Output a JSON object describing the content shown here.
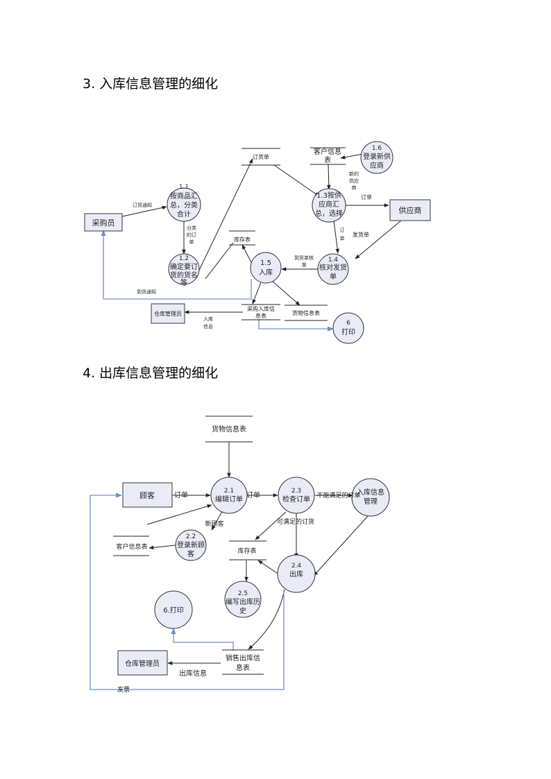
{
  "headings": {
    "section3": "3. 入库信息管理的细化",
    "section4": "4. 出库信息管理的细化"
  },
  "d1": {
    "entities": {
      "buyer": "采购员",
      "supplier": "供应商",
      "warehouse_admin": "仓库管理员"
    },
    "processes": {
      "p11": [
        "1.1",
        "按商品汇",
        "总，分类",
        "合计"
      ],
      "p12": [
        "1.2",
        "确定要订",
        "货的货名",
        "等"
      ],
      "p13": [
        "1.3按供",
        "应商汇",
        "总，选择"
      ],
      "p14": [
        "1.4",
        "核对发货",
        "单"
      ],
      "p15": [
        "1.5",
        "入库"
      ],
      "p16": [
        "1.6",
        "登录新供",
        "应商"
      ],
      "p6": [
        "6",
        "打印"
      ]
    },
    "stores": {
      "order": "订货单",
      "customer_info": [
        "客户信息",
        "表"
      ],
      "stock": "库存表",
      "purchase_in": [
        "采购入库信",
        "息表"
      ],
      "goods_info": "货物信息表"
    },
    "flows": {
      "order_notice": "订货通知",
      "classified_order": [
        "分类",
        "的订",
        "单"
      ],
      "new_supplier": [
        "新的",
        "供应",
        "商"
      ],
      "order": "订单",
      "order2": [
        "订",
        "单"
      ],
      "delivery_note": "发货单",
      "delivery_checked": [
        "到货单核",
        "准"
      ],
      "arrival_notice": "到货通知",
      "in_info": [
        "入库",
        "信息"
      ]
    }
  },
  "d2": {
    "entities": {
      "customer": "顾客",
      "warehouse_admin": "仓库管理员"
    },
    "processes": {
      "p21": [
        "2.1",
        "编辑订单"
      ],
      "p22": [
        "2.2",
        "登录新顾",
        "客"
      ],
      "p23": [
        "2.3",
        "检查订单"
      ],
      "p24": [
        "2.4",
        "出库"
      ],
      "p25": [
        "2.5",
        "编写出库历",
        "史"
      ],
      "p6": [
        "6.打印"
      ],
      "pin": [
        "入库信息",
        "管理"
      ]
    },
    "stores": {
      "goods_info": "货物信息表",
      "customer_info": "客户信息表",
      "stock": "库存表",
      "sales_out": [
        "销售出库信",
        "息表"
      ]
    },
    "flows": {
      "order_a": "订单",
      "order_b": "订单",
      "new_customer": "新顾客",
      "cannot_meet": "不能满足的订单",
      "can_meet": "可满足的订货",
      "out_info": "出库信息",
      "invoice": "发票"
    }
  }
}
